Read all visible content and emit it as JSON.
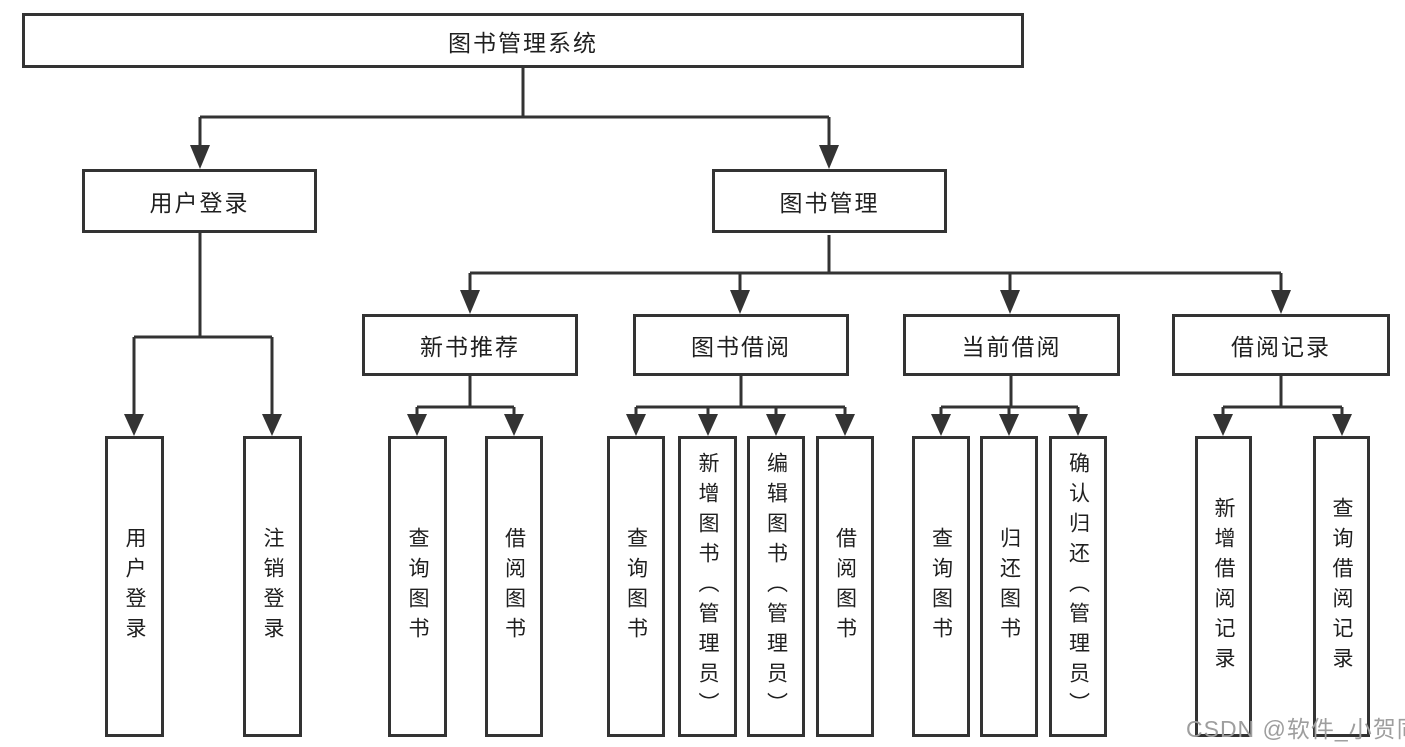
{
  "colors": {
    "line": "#333333",
    "text": "#1f1f1f",
    "background": "#ffffff",
    "watermark": "#9e9e9e"
  },
  "watermark": {
    "text": "CSDN @软件_小贺同学"
  },
  "tree": {
    "label": "图书管理系统",
    "children": [
      {
        "label": "用户登录",
        "children": [
          {
            "label": "用户登录"
          },
          {
            "label": "注销登录"
          }
        ]
      },
      {
        "label": "图书管理",
        "children": [
          {
            "label": "新书推荐",
            "children": [
              {
                "label": "查询图书"
              },
              {
                "label": "借阅图书"
              }
            ]
          },
          {
            "label": "图书借阅",
            "children": [
              {
                "label": "查询图书"
              },
              {
                "label": "新增图书（管理员）"
              },
              {
                "label": "编辑图书（管理员）"
              },
              {
                "label": "借阅图书"
              }
            ]
          },
          {
            "label": "当前借阅",
            "children": [
              {
                "label": "查询图书"
              },
              {
                "label": "归还图书"
              },
              {
                "label": "确认归还（管理员）"
              }
            ]
          },
          {
            "label": "借阅记录",
            "children": [
              {
                "label": "新增借阅记录"
              },
              {
                "label": "查询借阅记录"
              }
            ]
          }
        ]
      }
    ]
  }
}
